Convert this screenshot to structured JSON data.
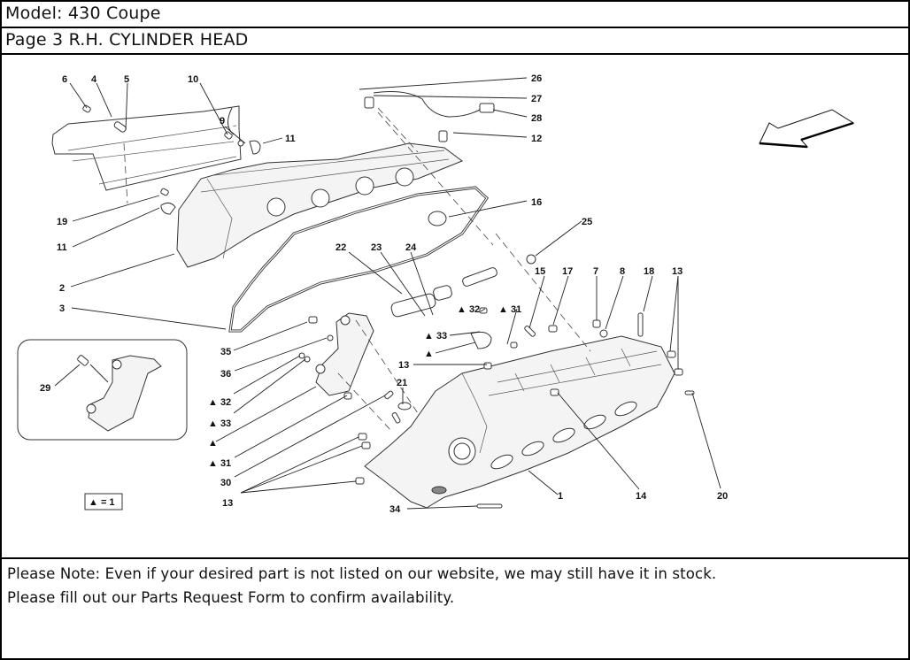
{
  "header": {
    "model_label": "Model: 430 Coupe",
    "page_label": "Page 3   R.H. CYLINDER HEAD"
  },
  "diagram": {
    "title": "R.H. CYLINDER HEAD",
    "direction_icon": "arrow-left-down-icon",
    "legend": {
      "symbol": "▲",
      "text": "▲ = 1"
    },
    "inset_callouts": [
      "29"
    ],
    "callouts": {
      "c6": "6",
      "c4": "4",
      "c5": "5",
      "c10": "10",
      "c9": "9",
      "c11a": "11",
      "c26": "26",
      "c27": "27",
      "c28": "28",
      "c12": "12",
      "c16": "16",
      "c25": "25",
      "c19": "19",
      "c11b": "11",
      "c2": "2",
      "c3": "3",
      "c22": "22",
      "c23": "23",
      "c24": "24",
      "c32a": "▲ 32",
      "c31a": "▲ 31",
      "c33a": "▲ 33",
      "ctri_a": "▲",
      "c13a": "13",
      "c21": "21",
      "c15": "15",
      "c17": "17",
      "c7": "7",
      "c8": "8",
      "c18": "18",
      "c13b": "13",
      "c35": "35",
      "c36": "36",
      "c32b": "▲ 32",
      "c33b": "▲ 33",
      "ctri_b": "▲",
      "c31b": "▲ 31",
      "c30": "30",
      "c13c": "13",
      "c34": "34",
      "c1": "1",
      "c14": "14",
      "c20": "20",
      "c29": "29"
    }
  },
  "note": {
    "line1": "Please Note: Even if your desired part is not listed on our website, we may still have it in stock.",
    "line2": "Please fill out our Parts Request Form to confirm availability."
  }
}
